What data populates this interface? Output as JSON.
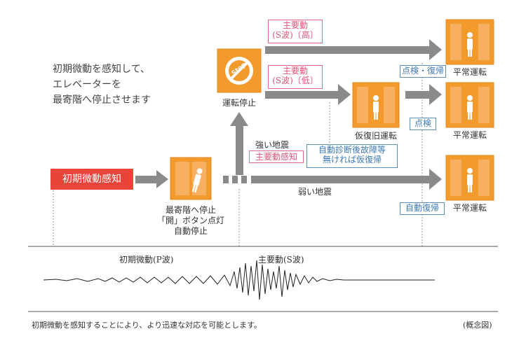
{
  "intro": "初期微動を感知して、\nエレベーターを\n最寄階へ停止させます",
  "detect": "初期微動感知",
  "first_stop": "最寄階へ停止\n「開」ボタン点灯\n自動停止",
  "strong": "強い地震",
  "main_detect": "主要動感知",
  "op_stop": "運転停止",
  "stop_sign": "Stop",
  "main_high": "主要動\n(S波)〔高〕",
  "main_low": "主要動\n(S波)〔低〕",
  "temp_run": "仮復旧運転",
  "self_diag": "自動診断後故障等\n無ければ仮復帰",
  "inspect_restore": "点検・復帰",
  "inspect": "点検",
  "auto_restore": "自動復帰",
  "normal_run": "平常運転",
  "weak": "弱い地震",
  "p_wave": "初期微動(P波)",
  "s_wave": "主要動(S波)",
  "footer": "初期微動を感知することにより、より迅速な対応を可能とします。",
  "concept": "(概念図)",
  "colors": {
    "orange": "#f39a2d",
    "red": "#e8443a",
    "gray_arrow": "#8a8a8a",
    "pink": "#e0557a",
    "blue": "#3f7ab6"
  }
}
